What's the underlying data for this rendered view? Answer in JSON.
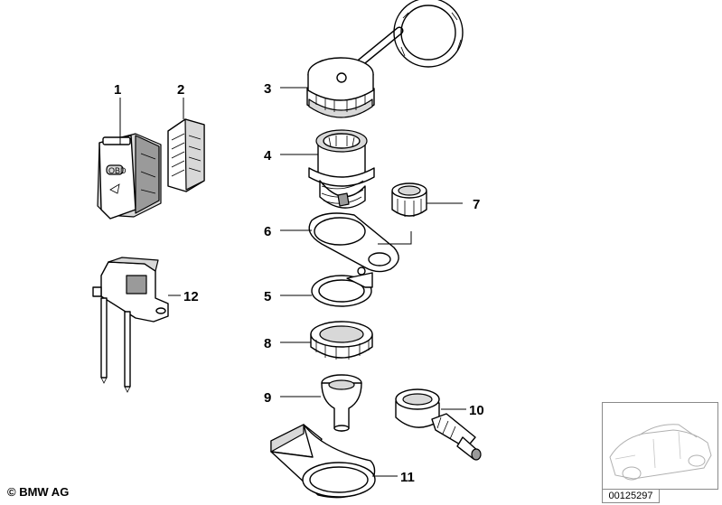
{
  "callouts": [
    {
      "id": "1",
      "label": "1"
    },
    {
      "id": "2",
      "label": "2"
    },
    {
      "id": "3",
      "label": "3"
    },
    {
      "id": "4",
      "label": "4"
    },
    {
      "id": "6",
      "label": "6"
    },
    {
      "id": "7",
      "label": "7"
    },
    {
      "id": "5",
      "label": "5"
    },
    {
      "id": "12",
      "label": "12"
    },
    {
      "id": "8",
      "label": "8"
    },
    {
      "id": "9",
      "label": "9"
    },
    {
      "id": "10",
      "label": "10"
    },
    {
      "id": "11",
      "label": "11"
    }
  ],
  "part_texts": {
    "obd_text": "OBD"
  },
  "footer": {
    "copyright": "© BMW AG",
    "document_number": "00125297"
  },
  "colors": {
    "line": "#000000",
    "fill_light": "#d8d8d8",
    "fill_dark": "#9a9a9a",
    "frame": "#8a8a8a"
  }
}
